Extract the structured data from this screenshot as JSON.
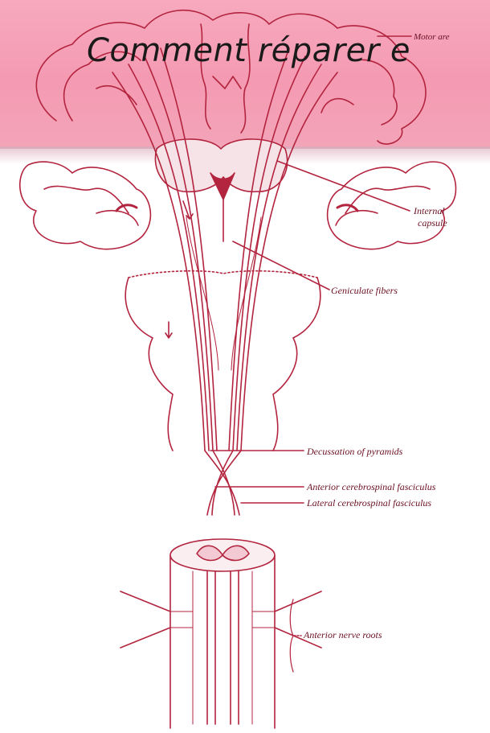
{
  "slide": {
    "title": "Comment réparer e",
    "colors": {
      "banner": "#f49ab2",
      "line_art": "#b3243f"
    }
  },
  "diagram": {
    "labels": {
      "motor_area": "Motor are",
      "internal_capsule_1": "Internal",
      "internal_capsule_2": "capsule",
      "geniculate_fibers": "Geniculate fibers",
      "decussation": "Decussation of pyramids",
      "anterior_fasciculus": "Anterior cerebrospinal fasciculus",
      "lateral_fasciculus": "Lateral cerebrospinal fasciculus",
      "anterior_nerve_roots": "Anterior nerve roots"
    }
  }
}
